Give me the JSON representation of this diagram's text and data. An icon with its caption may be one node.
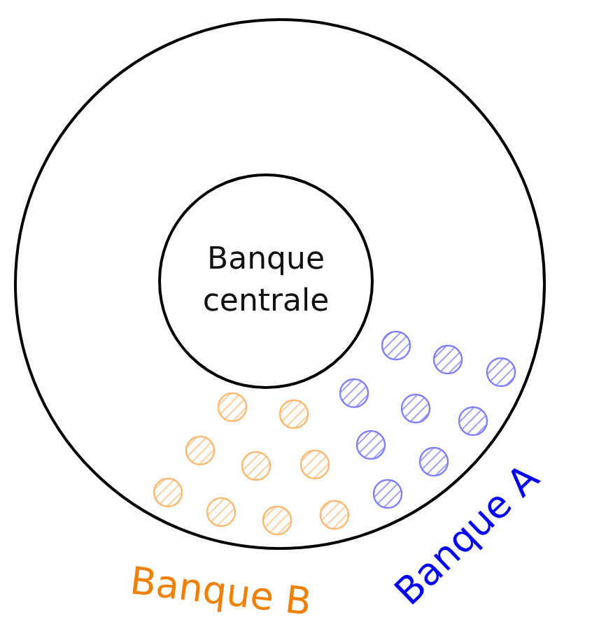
{
  "diagram": {
    "nodes": [
      {
        "text": [],
        "shape": "circle"
      },
      {
        "text": [
          "Banque centrale"
        ],
        "in": 0
      }
    ],
    "edges": [],
    "labels": [
      "Banque B",
      "Banque A"
    ]
  }
}
